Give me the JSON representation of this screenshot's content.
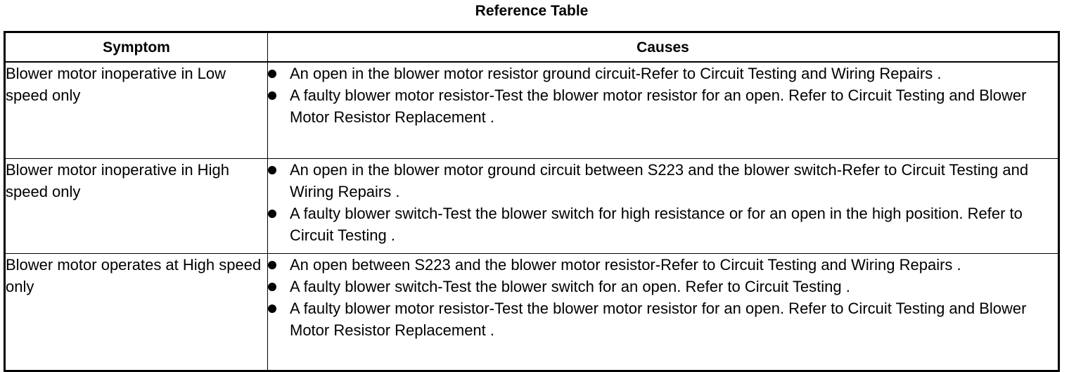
{
  "title": "Reference Table",
  "table": {
    "headers": {
      "symptom": "Symptom",
      "causes": "Causes"
    },
    "rows": [
      {
        "symptom": "Blower motor inoperative in Low speed only",
        "causes": [
          "An open in the blower motor resistor ground circuit-Refer to Circuit Testing and Wiring Repairs .",
          "A faulty blower motor resistor-Test the blower motor resistor for an open. Refer to Circuit Testing and Blower Motor Resistor Replacement ."
        ]
      },
      {
        "symptom": "Blower motor inoperative in High speed only",
        "causes": [
          "An open in the blower motor ground circuit between S223 and the blower switch-Refer to Circuit Testing and Wiring Repairs .",
          "A faulty blower switch-Test the blower switch for high resistance or for an open in the high position. Refer to Circuit Testing ."
        ]
      },
      {
        "symptom": "Blower motor operates at High speed only",
        "causes": [
          "An open between S223 and the blower motor resistor-Refer to Circuit Testing and Wiring Repairs .",
          "A faulty blower switch-Test the blower switch for an open. Refer to Circuit Testing .",
          "A faulty blower motor resistor-Test the blower motor resistor for an open. Refer to Circuit Testing and Blower Motor Resistor Replacement ."
        ]
      }
    ]
  }
}
